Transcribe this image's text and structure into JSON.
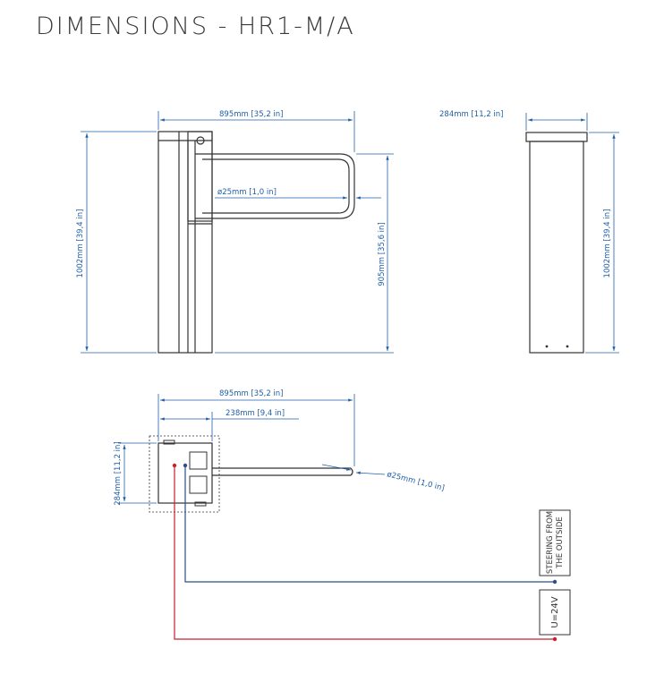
{
  "title": "DIMENSIONS - HR1-M/A",
  "colors": {
    "dimension": "#1f5fa8",
    "outline": "#333333",
    "wire_signal": "#2b4f8a",
    "wire_power": "#c8202c"
  },
  "front_view": {
    "width": "895mm [35,2 in]",
    "height": "1002mm [39,4 in]",
    "arm_height": "905mm [35,6 in]",
    "tube_diameter": "ø25mm [1,0 in]"
  },
  "side_view": {
    "depth": "284mm [11,2 in]",
    "height": "1002mm [39,4 in]"
  },
  "top_view": {
    "width": "895mm [35,2 in]",
    "offset": "238mm [9,4 in]",
    "depth": "284mm [11,2 in]",
    "tube_diameter": "ø25mm [1,0 in]"
  },
  "connections": {
    "steering": [
      "STEERING FROM",
      "THE OUTSIDE"
    ],
    "power": "U=24V"
  }
}
